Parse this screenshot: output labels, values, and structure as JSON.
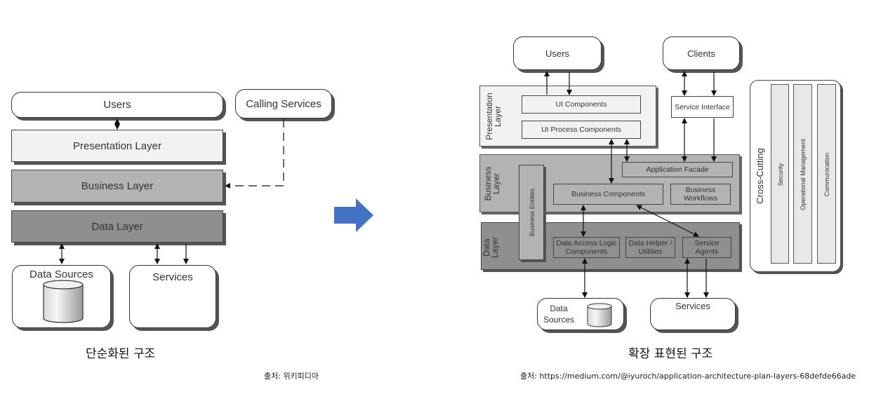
{
  "left_diagram": {
    "users": "Users",
    "calling_services": "Calling Services",
    "presentation_layer": "Presentation Layer",
    "business_layer": "Business Layer",
    "data_layer": "Data Layer",
    "data_sources": "Data Sources",
    "services": "Services",
    "caption": "단순화된 구조",
    "source": "출처: 위키피디아"
  },
  "transition_arrow": {
    "icon": "right-arrow-icon",
    "color": "#4472C4"
  },
  "right_diagram": {
    "users": "Users",
    "clients": "Clients",
    "service_interface": "Service Interface",
    "presentation_layer": {
      "label": "Presentation Layer",
      "line1": "Presentation",
      "line2": "Layer",
      "components": [
        "UI Components",
        "UI Process Components"
      ]
    },
    "business_layer": {
      "label": "Business Layer",
      "line1": "Business",
      "line2": "Layer",
      "application_facade": "Application Facade",
      "business_components": "Business Components",
      "business_workflows_1": "Business",
      "business_workflows_2": "Workflows"
    },
    "business_entities": "Business Entities",
    "data_layer": {
      "line1": "Data",
      "line2": "Layer",
      "data_access_1": "Data Access Logic",
      "data_access_2": "Components",
      "data_helper_1": "Data Helper /",
      "data_helper_2": "Utilities",
      "service_agents_1": "Service",
      "service_agents_2": "Agents"
    },
    "data_sources_1": "Data",
    "data_sources_2": "Sources",
    "services": "Services",
    "cross_cutting": {
      "title": "Cross-Cutting",
      "items": [
        "Security",
        "Operational Management",
        "Communication"
      ]
    },
    "caption": "확장 표현된 구조",
    "source": "출처: https://medium.com/@iyuroch/application-architecture-plan-layers-68defde66ade"
  },
  "colors": {
    "presentation_fill": "#F2F2F2",
    "business_fill": "#B3B3B3",
    "data_fill": "#8F8F8F",
    "cross_cutting_item_fill": "#E8E8E8",
    "arrow_blue": "#4472C4"
  }
}
